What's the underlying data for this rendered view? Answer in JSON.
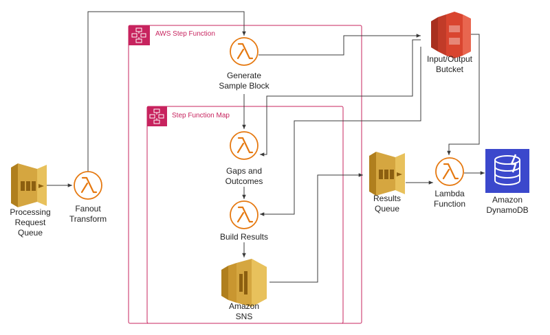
{
  "groups": {
    "step_function": {
      "label": "AWS Step Function"
    },
    "step_function_map": {
      "label": "Step Function Map"
    }
  },
  "nodes": {
    "processing_queue": {
      "label": "Processing\nRequest\nQueue",
      "icon": "sqs-queue-icon"
    },
    "fanout": {
      "label": "Fanout\nTransform",
      "icon": "lambda-icon"
    },
    "generate_sample": {
      "label": "Generate\nSample Block",
      "icon": "lambda-icon"
    },
    "gaps_outcomes": {
      "label": "Gaps and\nOutcomes",
      "icon": "lambda-icon"
    },
    "build_results": {
      "label": "Build Results",
      "icon": "lambda-icon"
    },
    "sns": {
      "label": "Amazon\nSNS",
      "icon": "sns-icon"
    },
    "s3_bucket": {
      "label": "Input/Output\nButcket",
      "icon": "s3-bucket-icon"
    },
    "results_queue": {
      "label": "Results\nQueue",
      "icon": "sqs-queue-icon"
    },
    "lambda_function": {
      "label": "Lambda\nFunction",
      "icon": "lambda-icon"
    },
    "dynamodb": {
      "label": "Amazon\nDynamoDB",
      "icon": "dynamodb-icon"
    }
  },
  "colors": {
    "step_function_border": "#c7235e",
    "lambda_orange": "#e5780f",
    "sqs_gold": "#d5a640",
    "s3_red": "#d9452f",
    "dynamodb_blue": "#3b48cc",
    "edge": "#3a3a3a"
  }
}
